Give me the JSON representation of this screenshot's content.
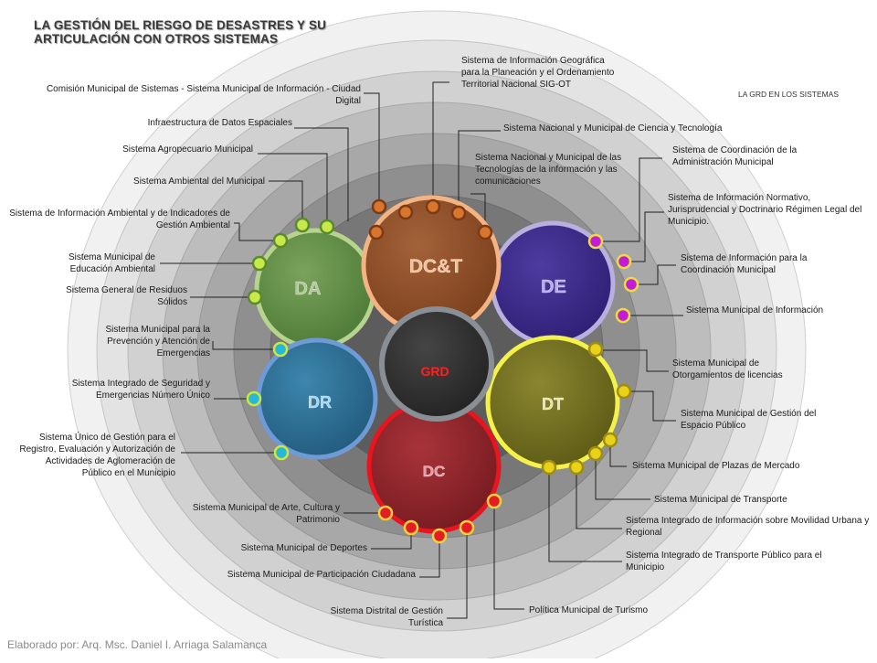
{
  "title": "LA GESTIÓN DEL RIESGO DE DESASTRES Y SU ARTICULACIÓN CON OTROS SISTEMAS",
  "tagline": "LA GRD EN LOS SISTEMAS",
  "credit": "Elaborado por: Arq. Msc. Daniel I. Arriaga Salamanca",
  "colors": {
    "DA": "#5f8a45",
    "DCT": "#8a4c24",
    "DE": "#3b2a86",
    "DR": "#2c6f96",
    "DT": "#6d6a1e",
    "DC": "#8e2328",
    "GRD": "#2f2f2f"
  },
  "nodes": {
    "DCT": "DC&T",
    "DA": "DA",
    "DE": "DE",
    "GRD": "GRD",
    "DR": "DR",
    "DT": "DT",
    "DC": "DC"
  },
  "labels": {
    "sig_ot": "Sistema de Información Geográfica para la Planeación y el Ordenamiento Territorial Nacional SIG-OT",
    "comision": "Comisión Municipal de Sistemas - Sistema Municipal de Información - Ciudad Digital",
    "infraestructura": "Infraestructura de Datos Espaciales",
    "ciencia": "Sistema Nacional y Municipal de Ciencia y Tecnología",
    "agropecuario": "Sistema Agropecuario Municipal",
    "tic": "Sistema Nacional y Municipal de las Tecnologías de la información y las comunicaciones",
    "coordinacion_admin": "Sistema de Coordinación de la Administración Municipal",
    "ambiental": "Sistema Ambiental del Municipal",
    "normativo": "Sistema de Información Normativo, Jurisprudencial y Doctrinario Régimen Legal del Municipio.",
    "info_ambiental": "Sistema de Información Ambiental y de Indicadores de Gestión Ambiental",
    "info_coordinacion": "Sistema de Información para la Coordinación Municipal",
    "educacion_ambiental": "Sistema Municipal de Educación Ambiental",
    "residuos": "Sistema General de Residuos Sólidos",
    "municipal_info": "Sistema Municipal de Información",
    "prevencion": "Sistema Municipal para la Prevención y Atención de Emergencias",
    "licencias": "Sistema Municipal de Otorgamientos de licencias",
    "seguridad": "Sistema Integrado de Seguridad y Emergencias Número Único",
    "espacio_publico": "Sistema Municipal de Gestión del Espacio Público",
    "sugeap": "Sistema Único de Gestión para el Registro, Evaluación y Autorización de Actividades de Aglomeración de Público en el Municipio",
    "plazas": "Sistema Municipal de Plazas de Mercado",
    "transporte": "Sistema Municipal de Transporte",
    "arte": "Sistema Municipal de Arte, Cultura y Patrimonio",
    "movilidad": "Sistema Integrado de Información sobre Movilidad Urbana y Regional",
    "deportes": "Sistema Municipal de Deportes",
    "transporte_publico": "Sistema Integrado de Transporte Público para el Municipio",
    "participacion": "Sistema Municipal de Participación Ciudadana",
    "turistica": "Sistema Distrital de Gestión Turística",
    "turismo": "Política Municipal de Turismo"
  }
}
